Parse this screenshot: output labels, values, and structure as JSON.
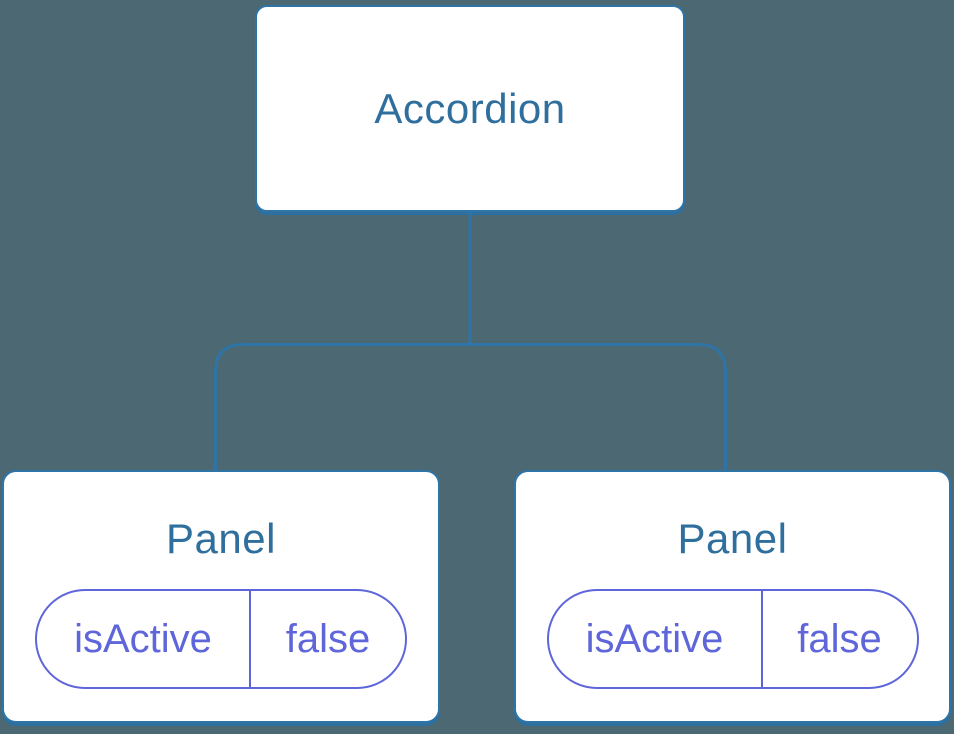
{
  "diagram": {
    "type": "component-tree",
    "root_node": {
      "label": "Accordion"
    },
    "panels": [
      {
        "label": "Panel",
        "state_key": "isActive",
        "state_value": "false"
      },
      {
        "label": "Panel",
        "state_key": "isActive",
        "state_value": "false"
      }
    ],
    "colors": {
      "background": "#4C6973",
      "node_fill": "#FFFFFF",
      "node_border": "#2E74A6",
      "node_text": "#2F6F9E",
      "pill_accent": "#5E66DA"
    }
  }
}
